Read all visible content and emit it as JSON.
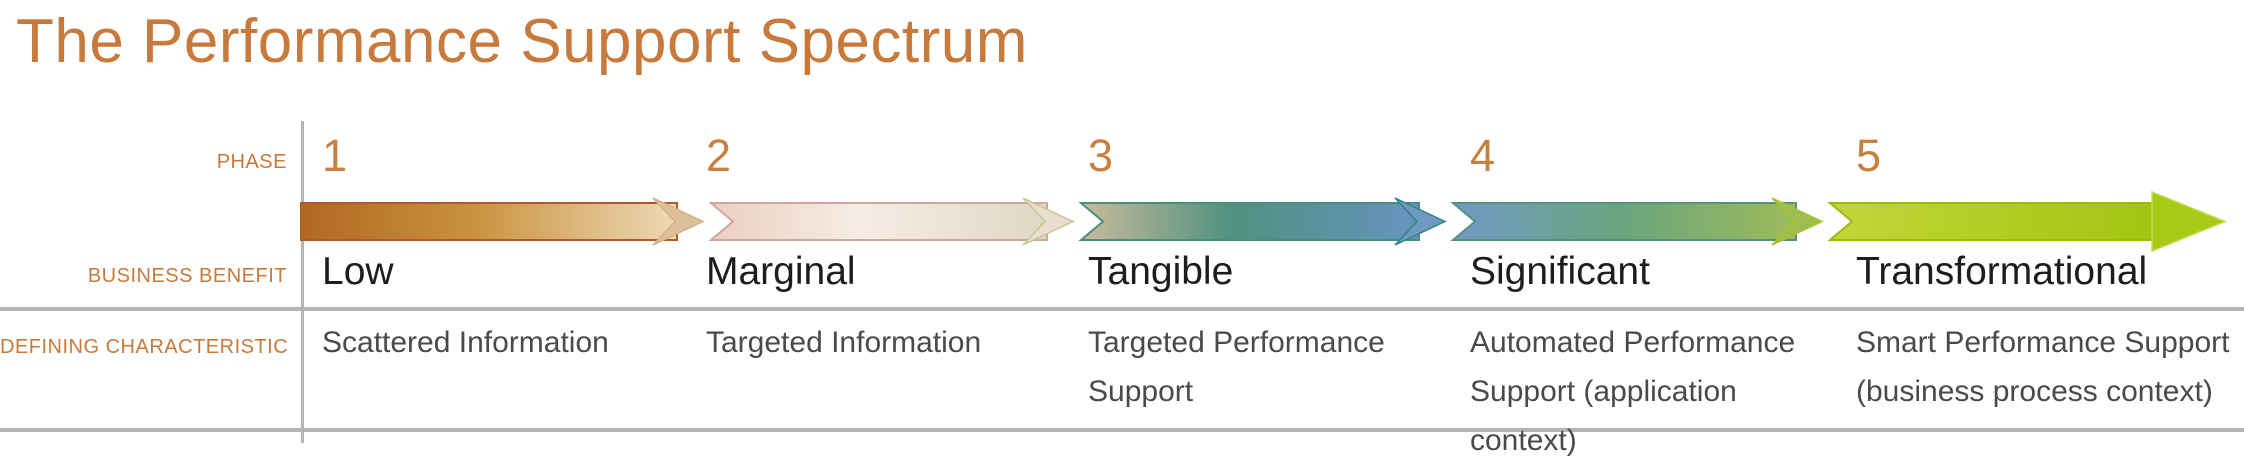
{
  "title": "The Performance Support Spectrum",
  "colors": {
    "accent_orange": "#c8793c",
    "benefit_text": "#1d1d1d",
    "characteristic_text": "#4a4a4a",
    "line_gray": "#b5b5b5"
  },
  "row_labels": {
    "phase": "PHASE",
    "business_benefit": "BUSINESS BENEFIT",
    "defining_characteristic": "DEFINING CHARACTERISTIC"
  },
  "phases": [
    {
      "number": "1",
      "benefit": "Low",
      "characteristic": "Scattered Information",
      "arrow": {
        "start": "#b26722",
        "mid": "#c8913c",
        "end": "#eed9b6",
        "border": "#b0592a",
        "chevron": "#dcc09a",
        "chevron_border": "#d2b186"
      }
    },
    {
      "number": "2",
      "benefit": "Marginal",
      "characteristic": "Targeted Information",
      "arrow": {
        "start": "#eccfc0",
        "mid": "#f5ede5",
        "end": "#e0d7c4",
        "border": "#d4a49e",
        "chevron": "#ecdccd",
        "chevron_border": "#bfca94"
      }
    },
    {
      "number": "3",
      "benefit": "Tangible",
      "characteristic": "Targeted Performance Support",
      "arrow": {
        "start": "#c9bb9a",
        "mid": "#4f9180",
        "end": "#6793c0",
        "border": "#46907d",
        "chevron": "#6f98c3",
        "chevron_border": "#2f8781"
      }
    },
    {
      "number": "4",
      "benefit": "Significant",
      "characteristic": "Automated Performance Support (application context)",
      "arrow": {
        "start": "#7099c5",
        "mid": "#6ba57d",
        "end": "#9dbb5a",
        "border": "#55917b",
        "chevron": "#9fbc50",
        "chevron_border": "#a6c42e"
      }
    },
    {
      "number": "5",
      "benefit": "Transformational",
      "characteristic": "Smart Performance Support (business process context)",
      "arrow": {
        "start": "#c3d53a",
        "mid": "#b2cd24",
        "end": "#a3c412",
        "border": "#9cb90e",
        "chevron": "#a8ca16",
        "chevron_border": "#c3da55"
      }
    }
  ]
}
